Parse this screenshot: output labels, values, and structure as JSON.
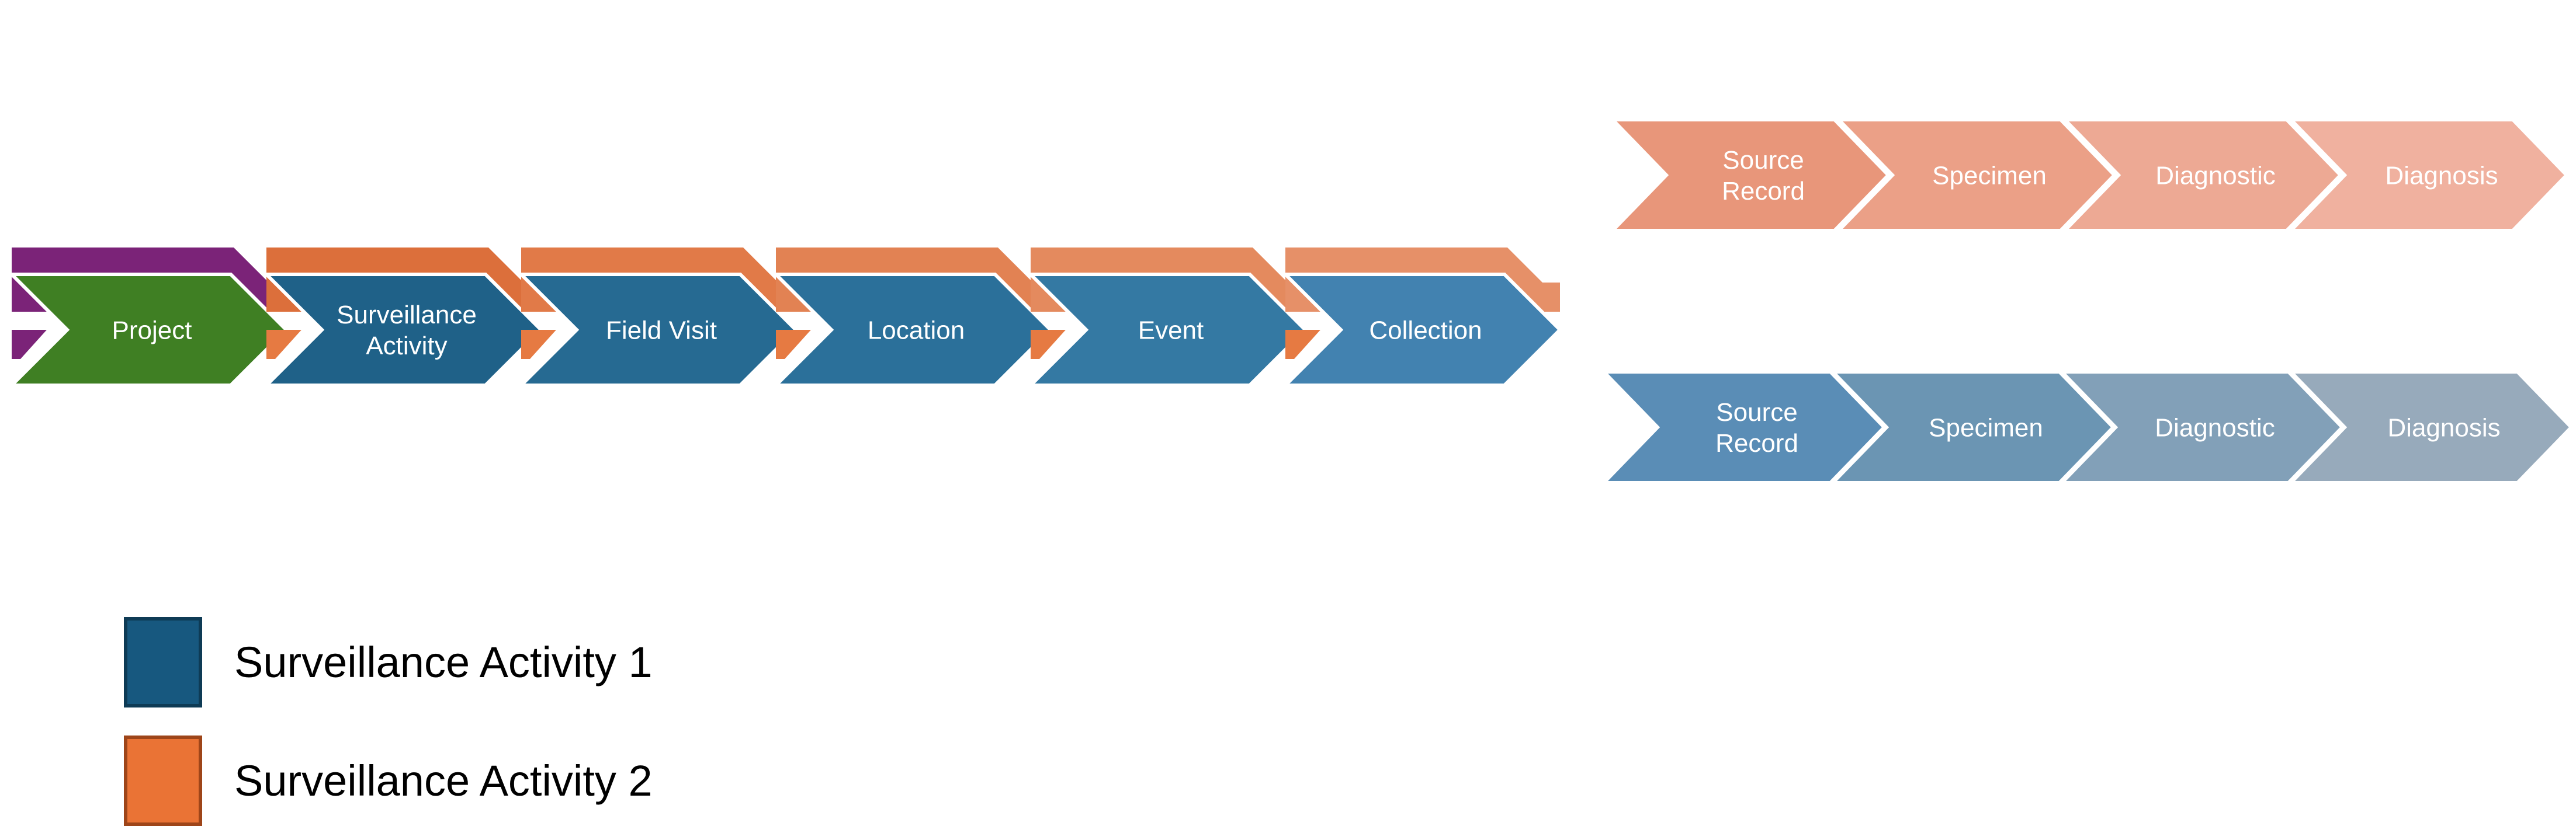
{
  "main_chain": [
    {
      "label": [
        "Project"
      ],
      "color": "#3f7f23",
      "back_color": "#7b2378",
      "notch_color": "#7b2378"
    },
    {
      "label": [
        "Surveillance",
        "Activity"
      ],
      "color": "#1f6188",
      "back_color": "#dc6f3b",
      "notch_color": "#e67a42"
    },
    {
      "label": [
        "Field Visit"
      ],
      "color": "#266a92",
      "back_color": "#e17a48",
      "notch_color": "#e67a42"
    },
    {
      "label": [
        "Location"
      ],
      "color": "#2b709a",
      "back_color": "#e28253",
      "notch_color": "#e67a42"
    },
    {
      "label": [
        "Event"
      ],
      "color": "#3479a3",
      "back_color": "#e48a5e",
      "notch_color": "#e67a42"
    },
    {
      "label": [
        "Collection"
      ],
      "color": "#4282b0",
      "back_color": "#e69068",
      "notch_color": "#e67a42"
    }
  ],
  "orange_chain": [
    {
      "label": [
        "Source",
        "Record"
      ],
      "color": "#e8967a"
    },
    {
      "label": [
        "Specimen"
      ],
      "color": "#eba087"
    },
    {
      "label": [
        "Diagnostic"
      ],
      "color": "#eda994"
    },
    {
      "label": [
        "Diagnosis"
      ],
      "color": "#f0b19f"
    }
  ],
  "blue_chain": [
    {
      "label": [
        "Source",
        "Record"
      ],
      "color": "#5a8db6"
    },
    {
      "label": [
        "Specimen"
      ],
      "color": "#6b95b3"
    },
    {
      "label": [
        "Diagnostic"
      ],
      "color": "#82a0b8"
    },
    {
      "label": [
        "Diagnosis"
      ],
      "color": "#97aabb"
    }
  ],
  "legend": [
    {
      "label": "Surveillance Activity 1",
      "fill": "#17587f",
      "border": "#0e3b55"
    },
    {
      "label": "Surveillance Activity 2",
      "fill": "#ea7335",
      "border": "#9e4519"
    }
  ]
}
